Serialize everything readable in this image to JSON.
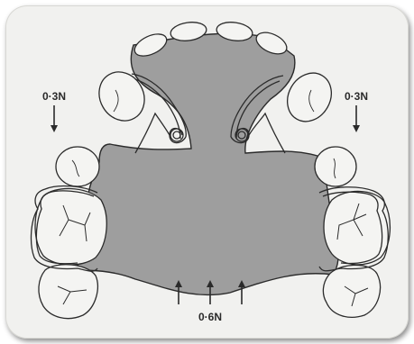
{
  "figure": {
    "forces": {
      "left": "0·3N",
      "right": "0·3N",
      "bottom": "0·6N"
    },
    "colors": {
      "plate": "#9e9e9e",
      "outline": "#2b2b2b",
      "tooth": "#f4f4f2",
      "background": "#f1f1ef"
    }
  }
}
